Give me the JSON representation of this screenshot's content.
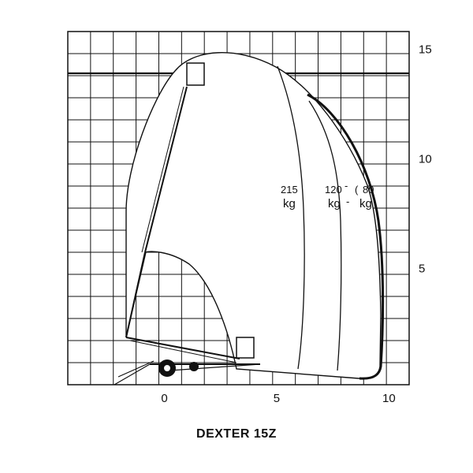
{
  "title": "DEXTER 15Z",
  "axes": {
    "x_ticks": [
      {
        "value": 0,
        "label": "0"
      },
      {
        "value": 5,
        "label": "5"
      },
      {
        "value": 10,
        "label": "10"
      }
    ],
    "y_ticks": [
      {
        "value": 5,
        "label": "5"
      },
      {
        "value": 10,
        "label": "10"
      },
      {
        "value": 15,
        "label": "15"
      }
    ],
    "x_range": [
      -4.3,
      10.9
    ],
    "y_range": [
      -0.3,
      15.8
    ],
    "grid": true
  },
  "capacity_zones": [
    {
      "load": "215",
      "unit": "kg",
      "line_style": "thin"
    },
    {
      "load": "120",
      "unit": "kg",
      "line_style": "thin"
    },
    {
      "load": "80",
      "unit": "kg",
      "line_style": "thick"
    }
  ],
  "colors": {
    "ink": "#111111",
    "background": "#ffffff"
  }
}
